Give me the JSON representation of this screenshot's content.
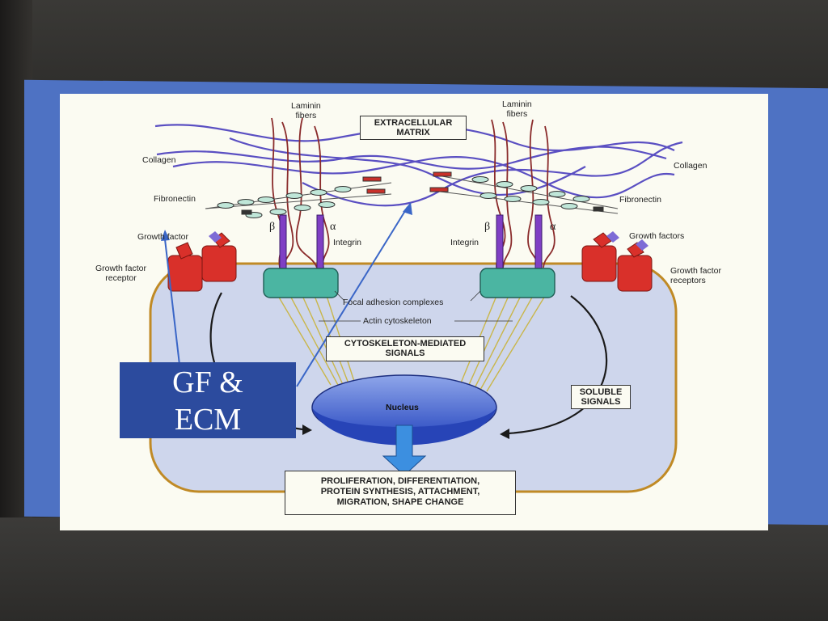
{
  "slide": {
    "labels": {
      "laminin_left": [
        "Laminin",
        "fibers"
      ],
      "laminin_right": [
        "Laminin",
        "fibers"
      ],
      "ecm_box": [
        "EXTRACELLULAR",
        "MATRIX"
      ],
      "collagen_left": "Collagen",
      "collagen_right": "Collagen",
      "fibronectin_left": "Fibronectin",
      "fibronectin_right": "Fibronectin",
      "beta_left": "β",
      "alpha_left": "α",
      "beta_right": "β",
      "alpha_right": "α",
      "integrin_left": "Integrin",
      "integrin_right": "Integrin",
      "growth_factor_left": "Growth factor",
      "growth_factor_receptor_left": [
        "Growth factor",
        "receptor"
      ],
      "growth_factors_right": "Growth factors",
      "growth_factor_receptors_right": [
        "Growth factor",
        "receptors"
      ],
      "focal_adhesion": "Focal adhesion complexes",
      "actin": "Actin cytoskeleton",
      "cytoskeleton_box": [
        "CYTOSKELETON-MEDIATED",
        "SIGNALS"
      ],
      "soluble_box": [
        "SOLUBLE",
        "SIGNALS"
      ],
      "nucleus": "Nucleus",
      "outcome_box": [
        "PROLIFERATION, DIFFERENTIATION,",
        "PROTEIN SYNTHESIS, ATTACHMENT,",
        "MIGRATION, SHAPE CHANGE"
      ]
    },
    "overlay": [
      "GF &",
      "ECM"
    ],
    "colors": {
      "slide_background": "#4e72c3",
      "overlay_background": "#2c4b9e",
      "cell_fill": "#ced6ec",
      "cell_outline": "#c08a25",
      "focal_adhesion": "#4bb5a2",
      "nucleus": "#3b5fd0",
      "receptor": "#d9302a",
      "collagen": "#5a4fc2",
      "laminin": "#8a2b2b"
    }
  }
}
